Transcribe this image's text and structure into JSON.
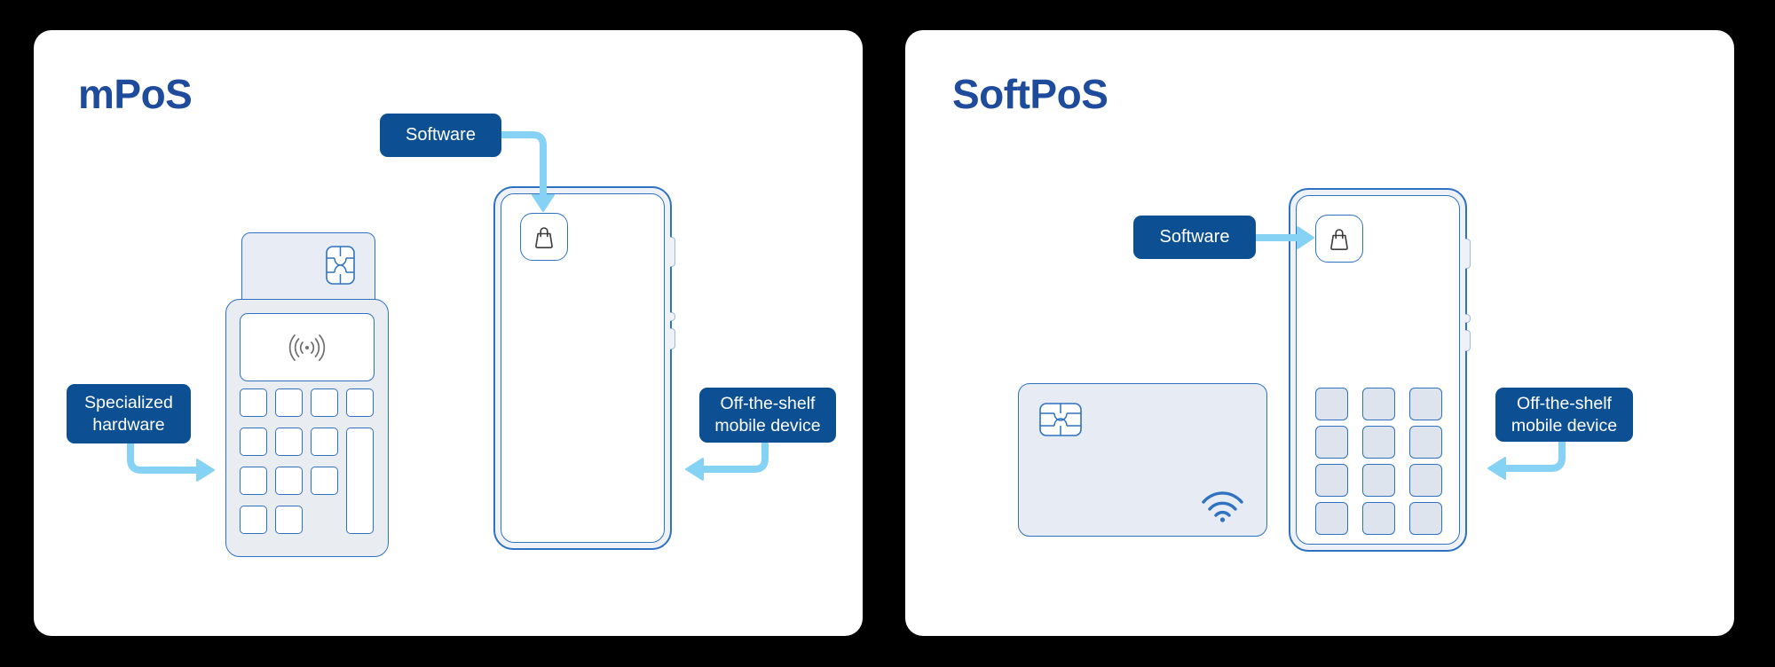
{
  "panels": {
    "mpos": {
      "title": "mPoS",
      "software_label": "Software",
      "hardware_label": "Specialized hardware",
      "device_label": "Off-the-shelf mobile device"
    },
    "softpos": {
      "title": "SoftPoS",
      "software_label": "Software",
      "device_label": "Off-the-shelf mobile device"
    }
  },
  "colors": {
    "page_bg": "#000000",
    "panel_bg": "#ffffff",
    "title_text": "#1e4b9b",
    "callout_bg": "#0d4f93",
    "callout_text": "#ffffff",
    "arrow": "#85d2f4",
    "outline_blue": "#2f72c0",
    "terminal_fill": "#e9ecf1",
    "card_fill": "#e7ecf5",
    "phone_key_fill": "#dde4ee",
    "bag_glyph": "#3a3a3a",
    "nfc_glyph": "#6e6e6e"
  },
  "icons": {
    "shopping_bag": "shopping-bag app icon",
    "nfc_contactless": "contactless (((.))) symbol",
    "card_chip": "EMV chip",
    "contactless_wave": "contactless wave symbol"
  }
}
